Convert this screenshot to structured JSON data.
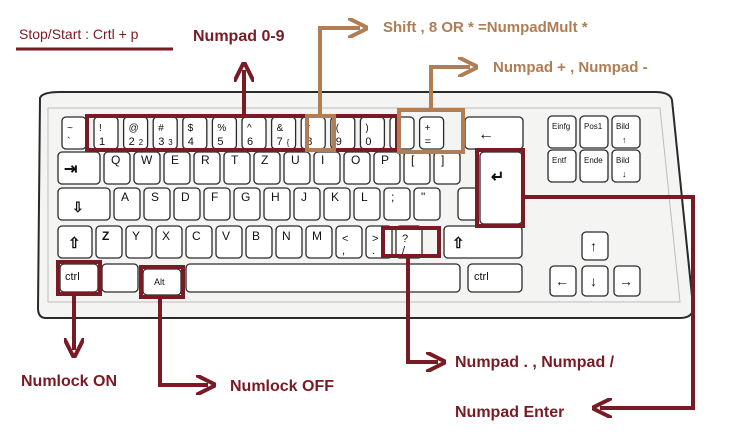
{
  "header": {
    "stop_start": "Stop/Start : Crtl + p"
  },
  "labels": {
    "numpad_digits": "Numpad 0-9",
    "numpad_mult": "Shift , 8 OR * =NumpadMult *",
    "numpad_plus_minus": "Numpad + , Numpad -",
    "numpad_dot_slash": "Numpad . ,  Numpad /",
    "numpad_enter": "Numpad Enter",
    "numlock_on": "Numlock ON",
    "numlock_off": "Numlock OFF"
  },
  "colors": {
    "maroon": "#7a1a24",
    "tan": "#b07d55",
    "keyboard_body": "#f4f4f2",
    "key_face": "#ffffff",
    "outline": "#2a2a2a"
  },
  "keys": {
    "row1": [
      {
        "top": "~",
        "bottom": "`"
      },
      {
        "top": "!",
        "bottom": "1"
      },
      {
        "top": "@",
        "bottom": "2",
        "sub": "2"
      },
      {
        "top": "#",
        "bottom": "3",
        "sub": "3"
      },
      {
        "top": "$",
        "bottom": "4"
      },
      {
        "top": "%",
        "bottom": "5"
      },
      {
        "top": "^",
        "bottom": "6"
      },
      {
        "top": "&",
        "bottom": "7",
        "sub": "{"
      },
      {
        "top": "*",
        "bottom": "8"
      },
      {
        "top": "(",
        "bottom": "9"
      },
      {
        "top": ")",
        "bottom": "0"
      },
      {
        "top": "",
        "bottom": "-"
      },
      {
        "top": "+",
        "bottom": "="
      }
    ],
    "row2": [
      "Q",
      "W",
      "E",
      "R",
      "T",
      "Z",
      "U",
      "I",
      "O",
      "P",
      "[",
      "]"
    ],
    "row3": [
      "A",
      "S",
      "D",
      "F",
      "G",
      "H",
      "J",
      "K",
      "L",
      ";",
      "\""
    ],
    "row4": [
      "Z",
      "Y",
      "X",
      "C",
      "V",
      "B",
      "N",
      "M",
      "<\n,",
      ">\n.",
      "?\n/"
    ],
    "ctrl": "ctrl",
    "alt": "Alt",
    "nav": [
      "Einfg",
      "Pos1",
      "Bild",
      "Entf",
      "Ende",
      "Bild"
    ],
    "tab_glyph": "⇥",
    "caps_glyph": "⇩",
    "shift_glyph": "⇧",
    "backspace_glyph": "←",
    "enter_glyph": "↵",
    "arrow_up": "↑",
    "arrow_down": "↓",
    "arrow_left": "←",
    "arrow_right": "→"
  }
}
